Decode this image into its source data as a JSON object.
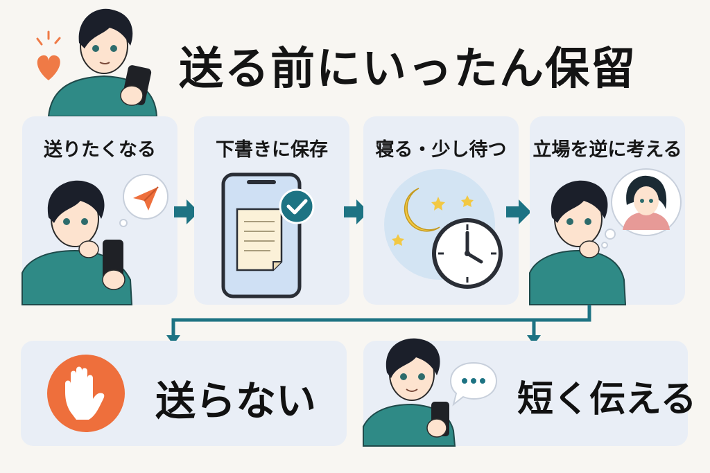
{
  "title": "送る前にいったん保留",
  "steps": [
    {
      "label": "送りたくなる",
      "icon": "paper-plane-icon"
    },
    {
      "label": "下書きに保存",
      "icon": "draft-phone-icon"
    },
    {
      "label": "寝る・少し待つ",
      "icon": "moon-clock-icon"
    },
    {
      "label": "立場を逆に考える",
      "icon": "thought-bubble-icon"
    }
  ],
  "outcomes": [
    {
      "label": "送らない",
      "icon": "stop-hand-icon"
    },
    {
      "label": "短く伝える",
      "icon": "speech-bubble-icon"
    }
  ],
  "colors": {
    "panel": "#e9eef6",
    "arrow": "#1d7383",
    "accent_orange": "#ee6f3c",
    "heart": "#ef7a46",
    "sweater": "#2f8a86"
  }
}
